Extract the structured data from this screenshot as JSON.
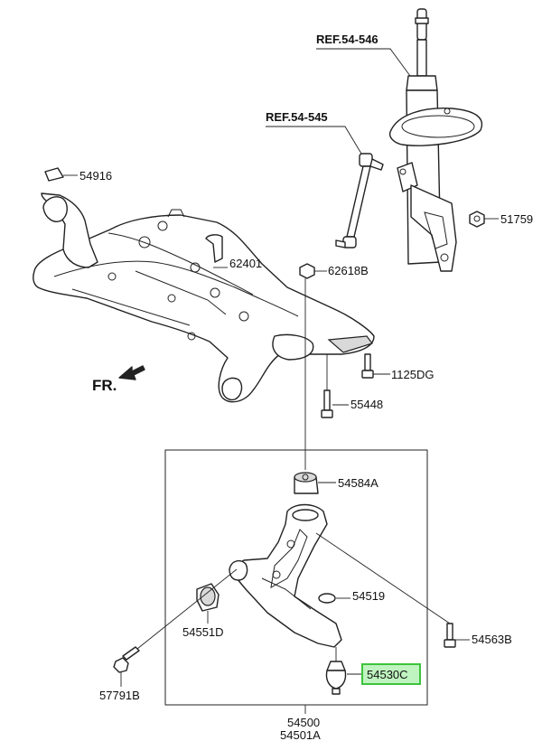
{
  "references": {
    "strut": "REF.54-546",
    "stabilizer_link": "REF.54-545"
  },
  "direction": "FR.",
  "parts": {
    "p54916": "54916",
    "p62401": "62401",
    "p62618B": "62618B",
    "p51759": "51759",
    "p1125DG": "1125DG",
    "p55448": "55448",
    "p54584A": "54584A",
    "p54519": "54519",
    "p54551D": "54551D",
    "p54563B": "54563B",
    "p54530C": "54530C",
    "p57791B": "57791B",
    "p54500": "54500",
    "p54501A": "54501A"
  },
  "highlight": {
    "part": "54530C",
    "color": "#3cc43c"
  }
}
